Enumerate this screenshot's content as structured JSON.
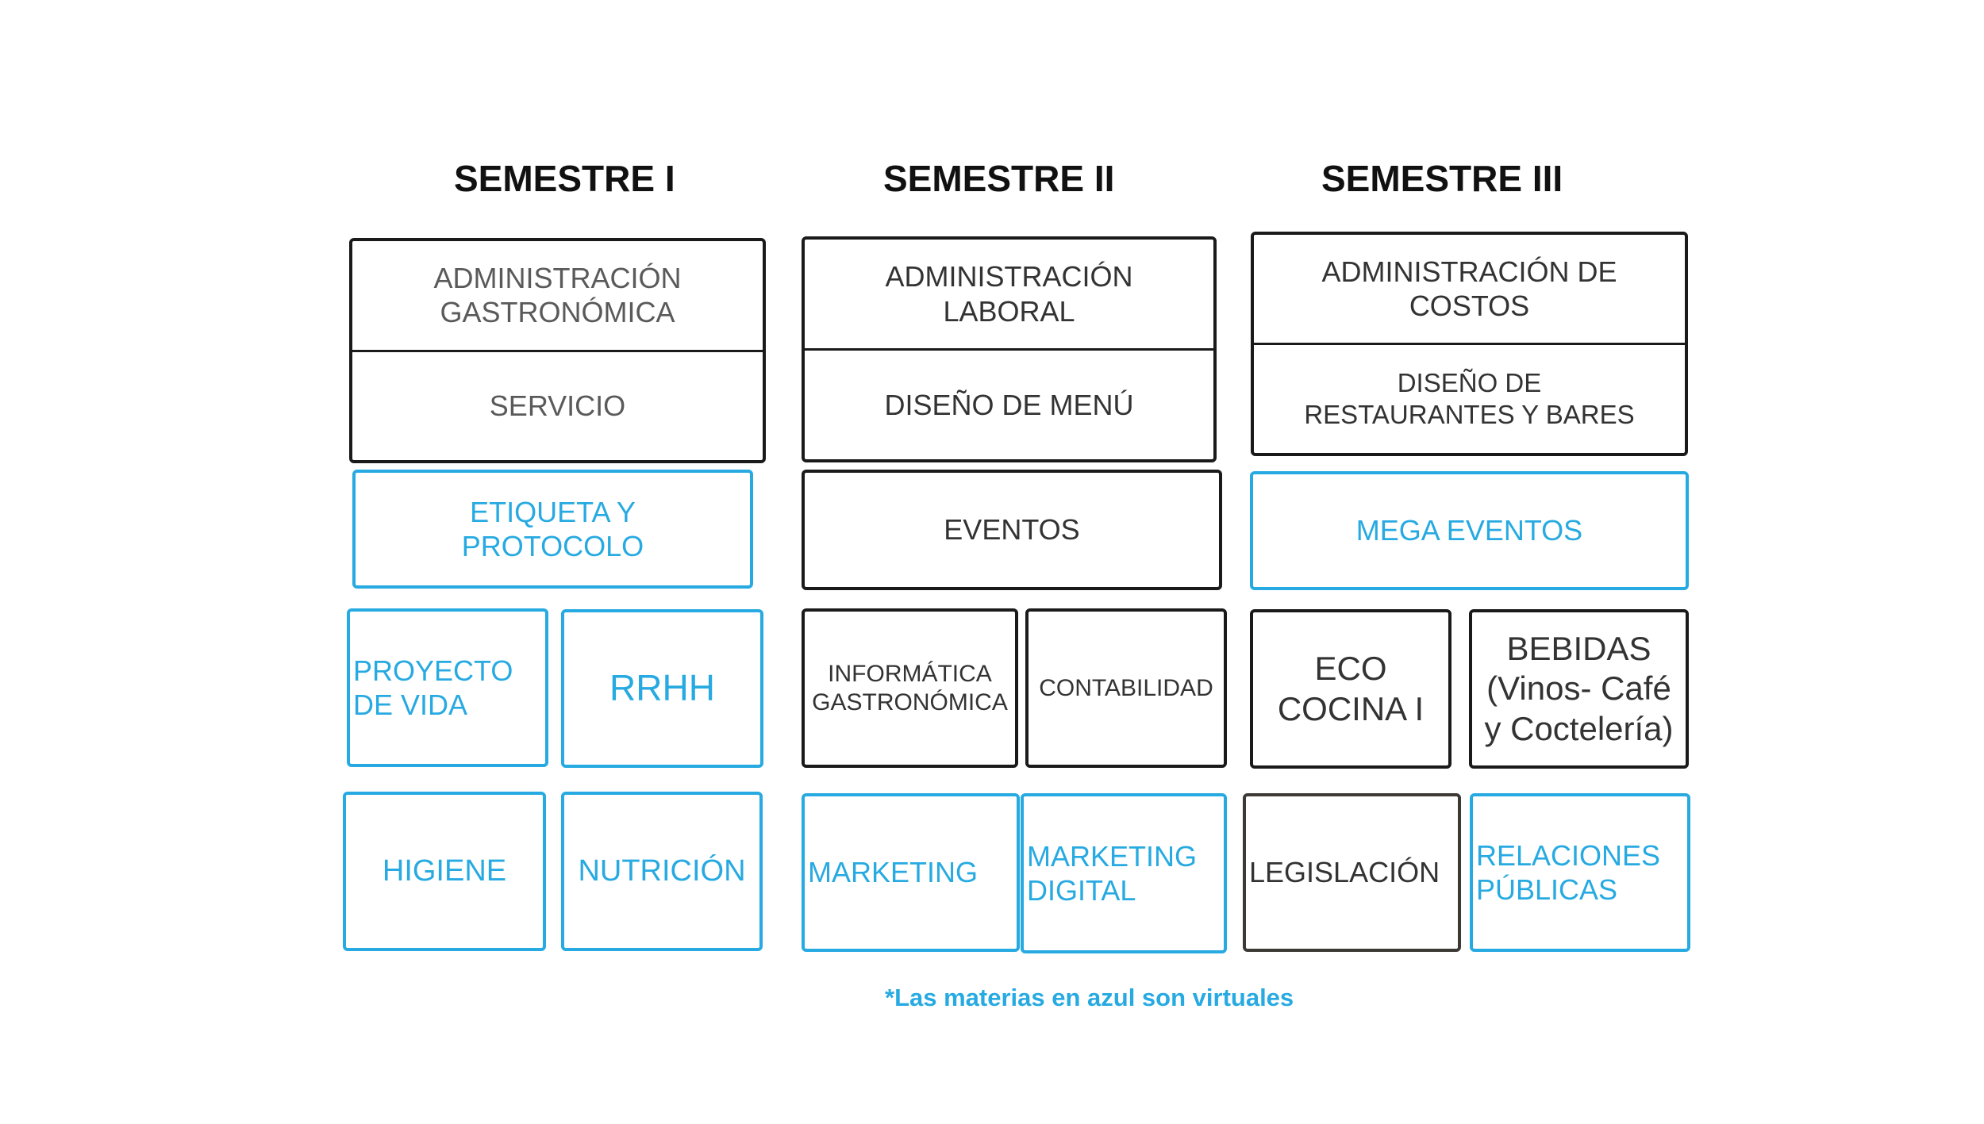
{
  "semesters": {
    "s1": "SEMESTRE I",
    "s2": "SEMESTRE II",
    "s3": "SEMESTRE III"
  },
  "s1": {
    "admin": "ADMINISTRACIÓN\nGASTRONÓMICA",
    "servicio": "SERVICIO",
    "etiqueta": "ETIQUETA Y\nPROTOCOLO",
    "proyecto": "PROYECTO\nDE VIDA",
    "rrhh": "RRHH",
    "higiene": "HIGIENE",
    "nutricion": "NUTRICIÓN"
  },
  "s2": {
    "admin": "ADMINISTRACIÓN\nLABORAL",
    "menu": "DISEÑO DE MENÚ",
    "eventos": "EVENTOS",
    "informatica": "INFORMÁTICA\nGASTRONÓMICA",
    "contabilidad": "CONTABILIDAD",
    "marketing": "MARKETING",
    "marketing_digital": "MARKETING\nDIGITAL"
  },
  "s3": {
    "admin": "ADMINISTRACIÓN DE\nCOSTOS",
    "diseno": "DISEÑO DE\nRESTAURANTES Y BARES",
    "mega": "MEGA EVENTOS",
    "eco": "ECO\nCOCINA I",
    "bebidas": "BEBIDAS\n(Vinos- Café\ny Coctelería)",
    "legislacion": "LEGISLACIÓN",
    "relaciones": "RELACIONES\nPÚBLICAS"
  },
  "footnote": "*Las materias en azul son virtuales",
  "colors": {
    "virtual": "#27aae1",
    "presencial_border": "#1a1a1a",
    "heading": "#111111"
  }
}
